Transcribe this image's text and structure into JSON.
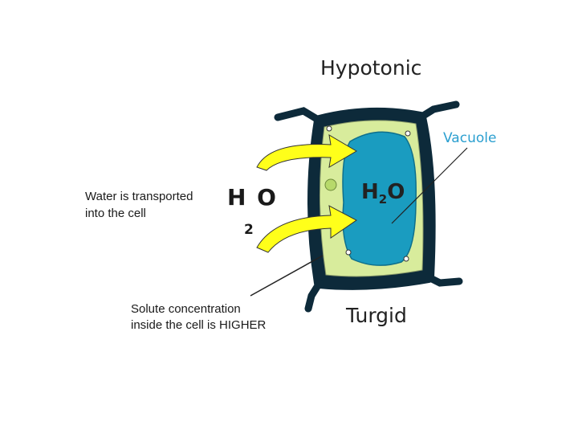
{
  "diagram": {
    "title_top": "Hypotonic",
    "title_bottom": "Turgid",
    "vacuole_label": "Vacuole",
    "water_note_line1": "Water is transported",
    "water_note_line2": "into the cell",
    "solute_note_line1": "Solute concentration",
    "solute_note_line2": "inside the cell is HIGHER",
    "outside_molecule_main": "H O",
    "outside_molecule_subscript": "2",
    "inside_molecule_h": "H",
    "inside_molecule_sub": "2",
    "inside_molecule_o": "O"
  },
  "colors": {
    "cell_wall": "#0d2a3a",
    "cytoplasm": "#d8ec9c",
    "vacuole": "#1a9cc0",
    "arrow": "#ffff1a",
    "vacuole_label": "#2b9fd0"
  }
}
